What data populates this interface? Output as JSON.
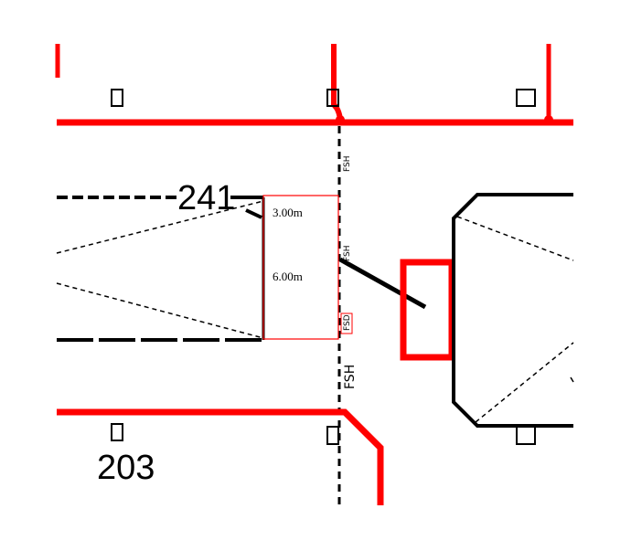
{
  "diagram": {
    "colors": {
      "pipe_red": "#ff0000",
      "line_black": "#000000",
      "background": "#ffffff"
    },
    "labels": {
      "pipe_241": "241",
      "pipe_203": "203",
      "dim_upper": "3.00m",
      "dim_lower": "6.00m",
      "fsh_top": "FSH",
      "fsh_mid": "FSH",
      "fsd": "FSD",
      "fsh_bottom": "FSH"
    }
  }
}
